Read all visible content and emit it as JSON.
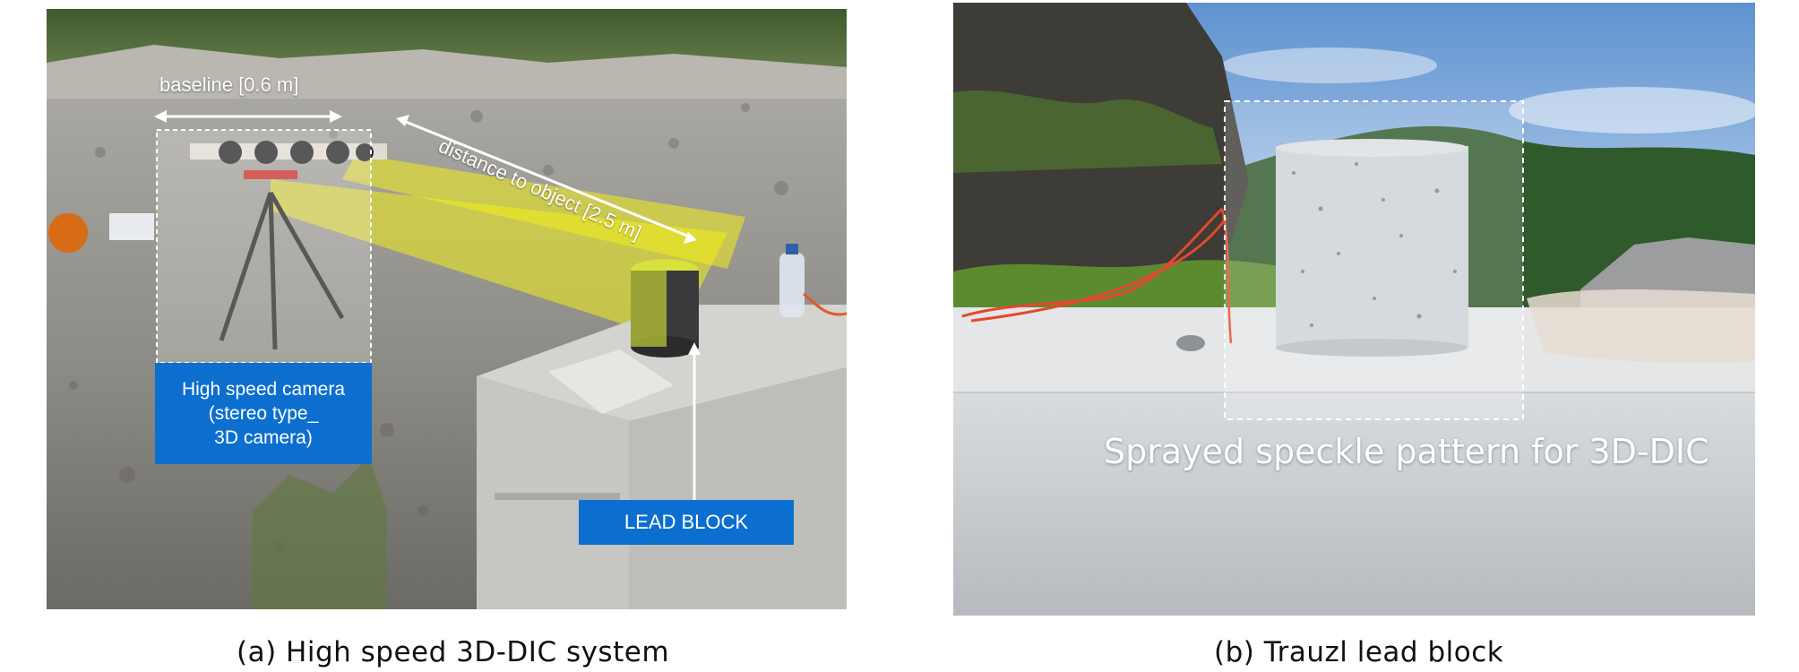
{
  "panel_a": {
    "caption": "(a) High speed 3D-DIC system",
    "baseline_label": "baseline [0.6 m]",
    "distance_label": "distance to object [2.5 m]",
    "camera_label_lines": [
      "High speed camera",
      "(stereo type_",
      "3D camera)"
    ],
    "target_label": "LEAD BLOCK",
    "colors": {
      "label_box": "#0c6fd0",
      "field_of_view": "#f2ee1a",
      "dashed_frame": "#ffffff"
    }
  },
  "panel_b": {
    "caption": "(b) Trauzl lead block",
    "speckle_label": "Sprayed speckle pattern for 3D-DIC",
    "colors": {
      "dashed_frame": "#ffffff",
      "sky": "#7da9d8"
    }
  }
}
